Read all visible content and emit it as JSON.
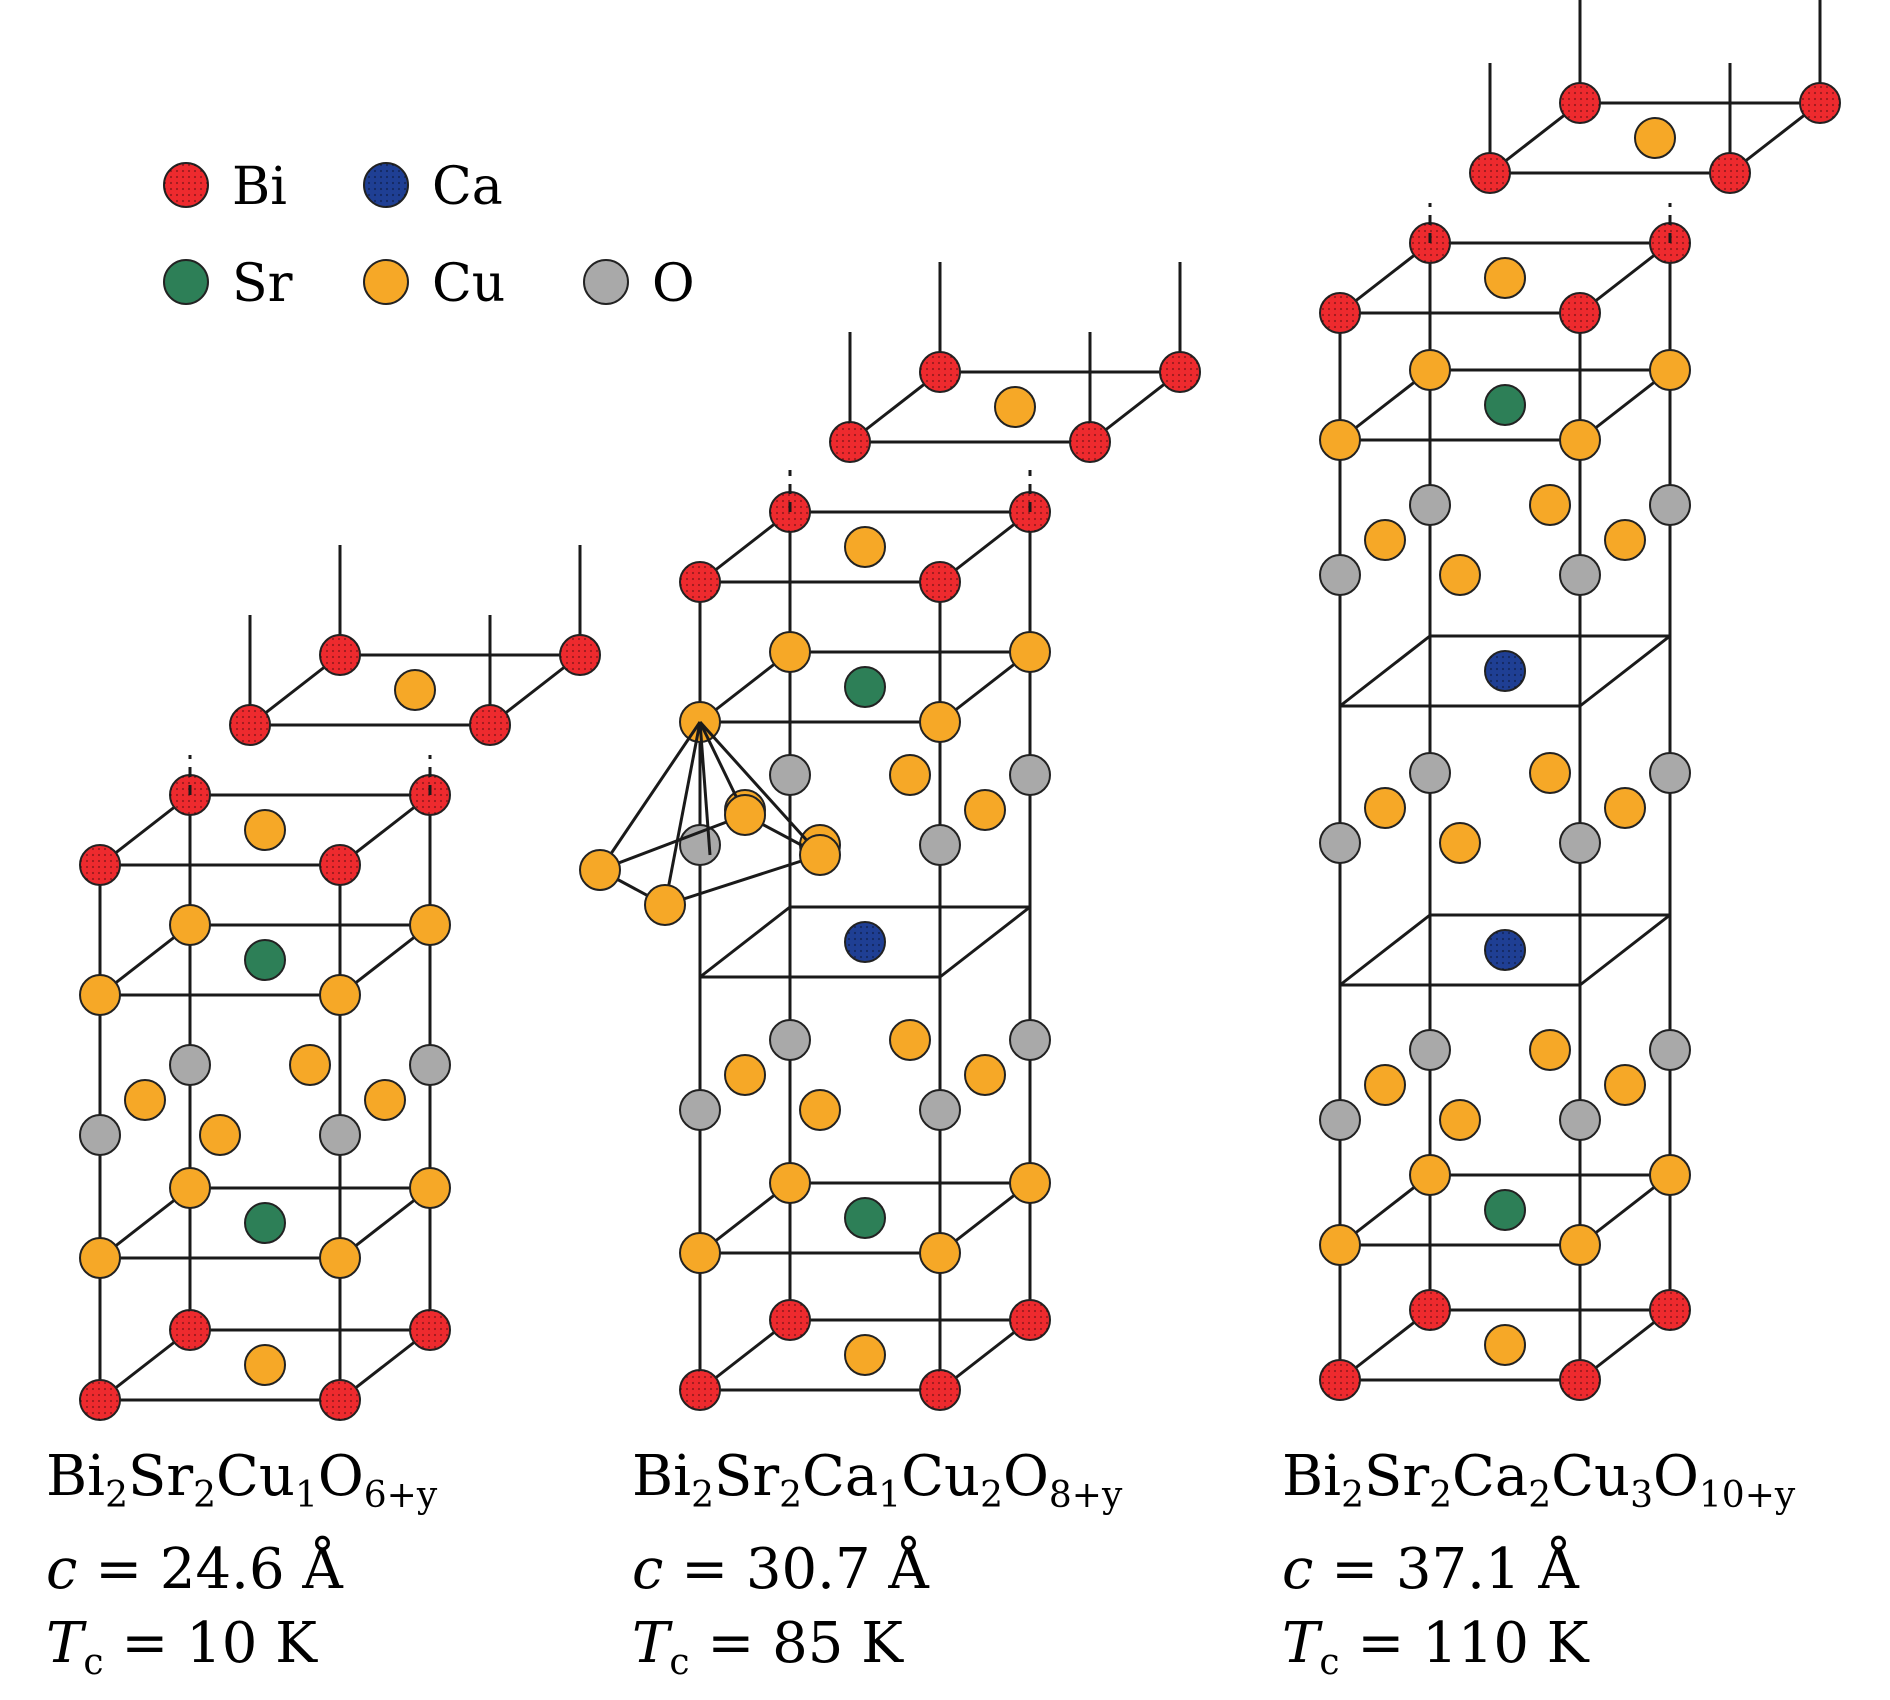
{
  "colors": {
    "Bi": "#ee2a2e",
    "Ca": "#1f3f94",
    "Sr": "#2d7f57",
    "Cu": "#f6a827",
    "O": "#a9a9a9",
    "edge": "#1a1a1a"
  },
  "legend": [
    {
      "element": "Bi",
      "label": "Bi"
    },
    {
      "element": "Ca",
      "label": "Ca"
    },
    {
      "element": "Sr",
      "label": "Sr"
    },
    {
      "element": "Cu",
      "label": "Cu"
    },
    {
      "element": "O",
      "label": "O"
    }
  ],
  "structures": [
    {
      "formula": {
        "parts": [
          [
            "Bi",
            "2"
          ],
          [
            "Sr",
            "2"
          ],
          [
            "Cu",
            "1"
          ],
          [
            "O",
            "6+y"
          ]
        ]
      },
      "c_symbol": "c",
      "c_value": "= 24.6 Å",
      "tc_symbol": "T",
      "tc_sub": "c",
      "tc_value": "= 10 K"
    },
    {
      "formula": {
        "parts": [
          [
            "Bi",
            "2"
          ],
          [
            "Sr",
            "2"
          ],
          [
            "Ca",
            "1"
          ],
          [
            "Cu",
            "2"
          ],
          [
            "O",
            "8+y"
          ]
        ]
      },
      "c_symbol": "c",
      "c_value": "= 30.7 Å",
      "tc_symbol": "T",
      "tc_sub": "c",
      "tc_value": "= 85 K"
    },
    {
      "formula": {
        "parts": [
          [
            "Bi",
            "2"
          ],
          [
            "Sr",
            "2"
          ],
          [
            "Ca",
            "2"
          ],
          [
            "Cu",
            "3"
          ],
          [
            "O",
            "10+y"
          ]
        ]
      },
      "c_symbol": "c",
      "c_value": "= 37.1 Å",
      "tc_symbol": "T",
      "tc_sub": "c",
      "tc_value": "= 110 K"
    }
  ]
}
